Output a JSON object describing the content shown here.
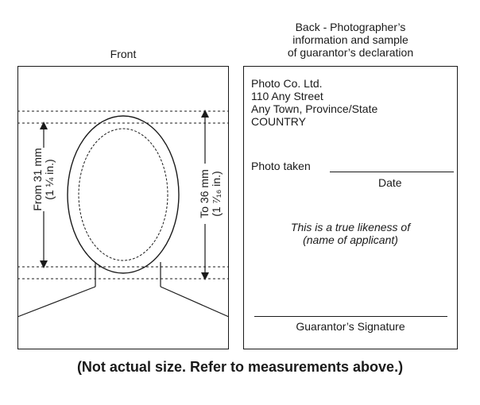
{
  "front": {
    "title": "Front",
    "left_measure": {
      "metric": "From 31 mm",
      "imperial": "(1 ¼ in.)"
    },
    "right_measure": {
      "metric": "To 36 mm",
      "imperial": "(1 ⁷⁄₁₆ in.)"
    }
  },
  "back": {
    "title_lines": [
      "Back - Photographer’s",
      "information and sample",
      "of guarantor’s declaration"
    ],
    "photographer_lines": [
      "Photo Co. Ltd.",
      "110 Any Street",
      "Any Town, Province/State",
      "COUNTRY"
    ],
    "photo_taken": "Photo taken",
    "date_label": "Date",
    "likeness_lines": [
      "This is a true likeness of",
      "(name of applicant)"
    ],
    "signature_label": "Guarantor’s Signature"
  },
  "footnote": "(Not actual size. Refer to measurements above.)"
}
